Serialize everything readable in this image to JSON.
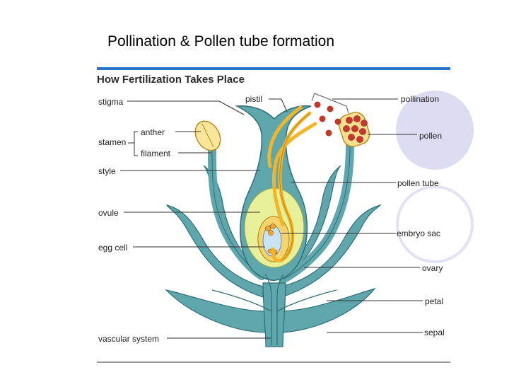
{
  "slide": {
    "title": "Pollination & Pollen tube formation"
  },
  "figure": {
    "title": "How Fertilization Takes Place",
    "labels": {
      "stigma": "stigma",
      "stamen": "stamen",
      "anther": "anther",
      "filament": "filament",
      "style": "style",
      "ovule": "ovule",
      "egg_cell": "egg cell",
      "vascular_system": "vascular system",
      "pistil": "pistil",
      "pollination": "pollination",
      "pollen": "pollen",
      "pollen_tube": "pollen tube",
      "embryo_sac": "embryo sac",
      "ovary": "ovary",
      "petal": "petal",
      "sepal": "sepal"
    },
    "colors": {
      "accent_rule": "#2f73c9",
      "plant_tissue": "#5fa6ad",
      "tissue_outline": "#2f6f77",
      "ovary_inner": "#e9f09a",
      "pollen_tube": "#f2b52a",
      "pollen_grain": "#c0392b",
      "embryo_sac": "#c9e3f4",
      "leader_line": "#333333",
      "deco_circle": "#d7d7f0"
    }
  }
}
